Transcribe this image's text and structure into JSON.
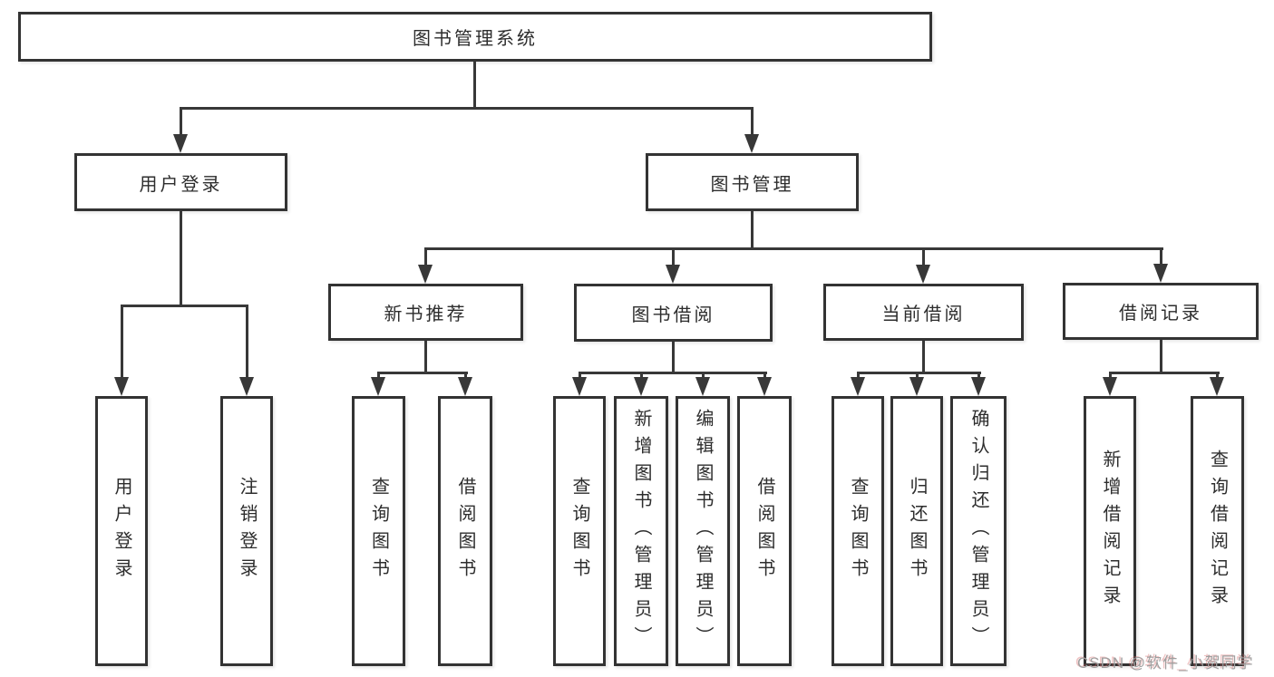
{
  "title": "图书管理系统",
  "tree": {
    "root": {
      "label": "图书管理系统"
    },
    "level2": [
      {
        "label": "用户登录"
      },
      {
        "label": "图书管理"
      }
    ],
    "level3": [
      {
        "label": "新书推荐"
      },
      {
        "label": "图书借阅"
      },
      {
        "label": "当前借阅"
      },
      {
        "label": "借阅记录"
      }
    ],
    "leaves": {
      "user_login": [
        "用户登录",
        "注销登录"
      ],
      "new_book": [
        "查询图书",
        "借阅图书"
      ],
      "book_borrow": [
        "查询图书",
        "新增图书（管理员）",
        "编辑图书（管理员）",
        "借阅图书"
      ],
      "current_borrow": [
        "查询图书",
        "归还图书",
        "确认归还（管理员）"
      ],
      "borrow_record": [
        "新增借阅记录",
        "查询借阅记录"
      ]
    }
  },
  "watermark": "CSDN @软件_小贺同学",
  "colors": {
    "line": "#383838",
    "box_border": "#333333",
    "box_fill": "#ffffff",
    "text": "#2d2d2d",
    "watermark": "#9f9f9f"
  }
}
